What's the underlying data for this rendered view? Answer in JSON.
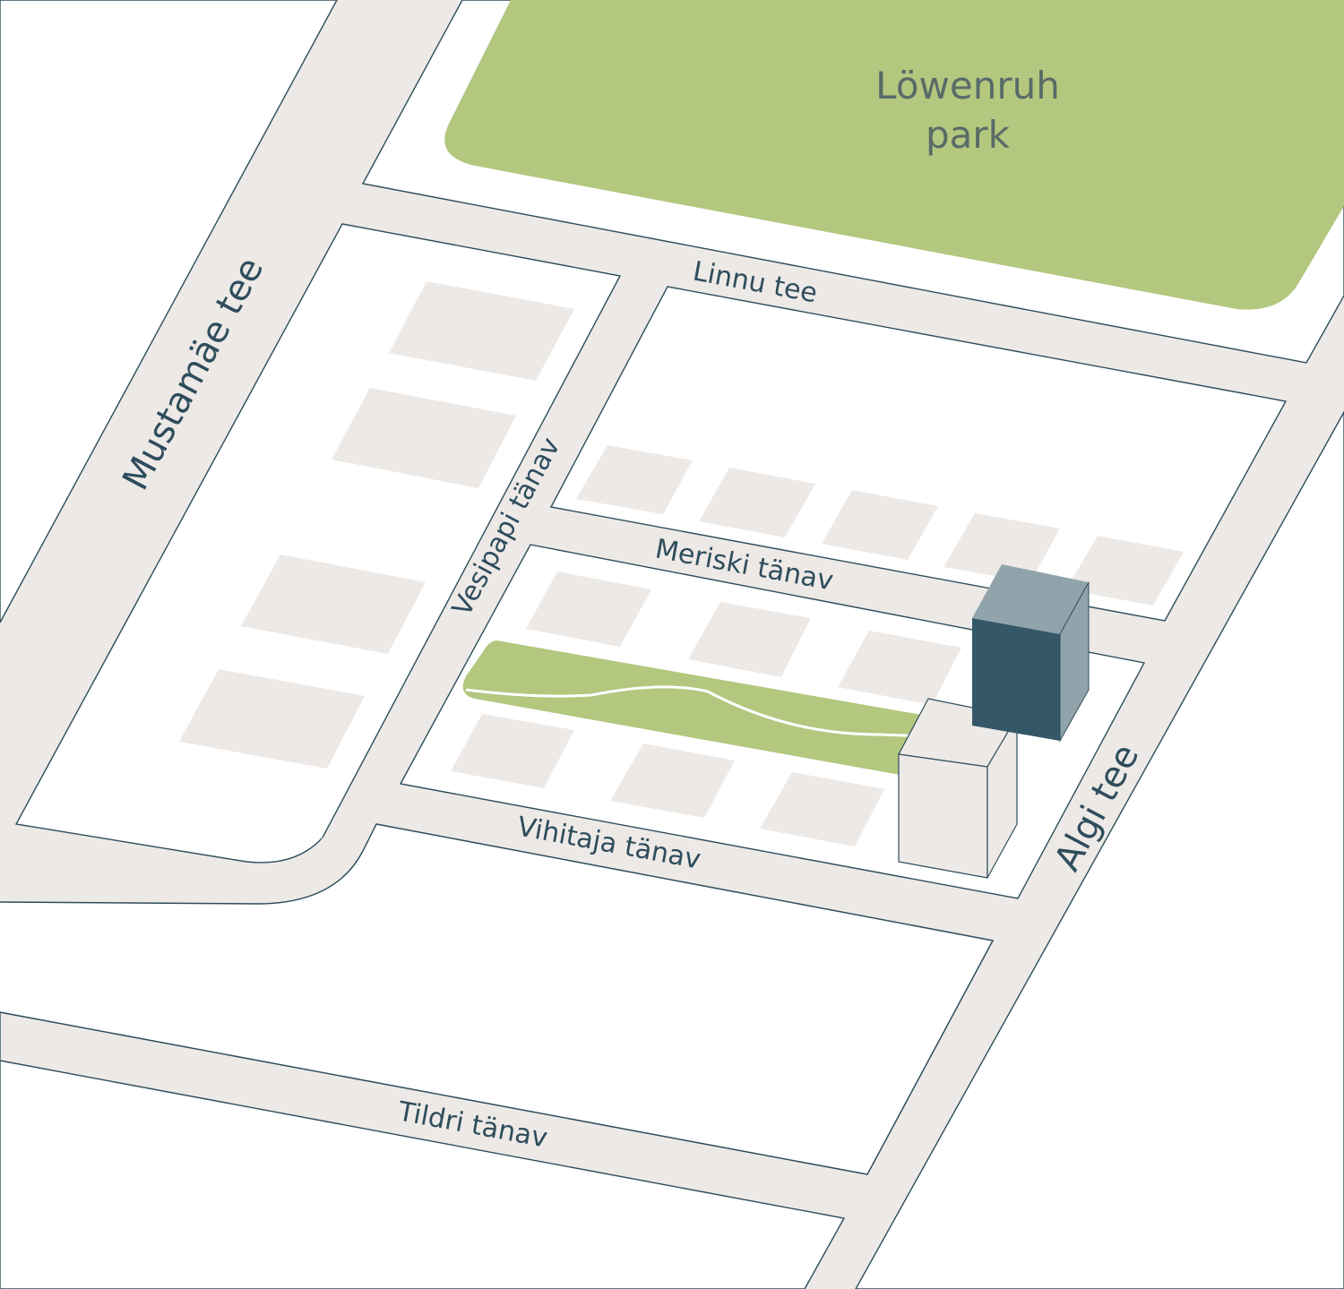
{
  "park": {
    "name_line1": "Löwenruh",
    "name_line2": "park"
  },
  "streets": {
    "mustamae": "Mustamäe tee",
    "linnu": "Linnu tee",
    "vesipapi": "Vesipapi tänav",
    "meriski": "Meriski tänav",
    "vihitaja": "Vihitaja tänav",
    "algi": "Algi tee",
    "tildri": "Tildri tänav"
  },
  "colors": {
    "road": "#ede9e6",
    "block": "#ffffff",
    "outline": "#2e4d5c",
    "park_green": "#b3c77f",
    "building_placeholder": "#ede9e6",
    "highlight_front": "#345868",
    "highlight_side": "#92a4ab",
    "neighbour_building": "#ede9e6"
  }
}
